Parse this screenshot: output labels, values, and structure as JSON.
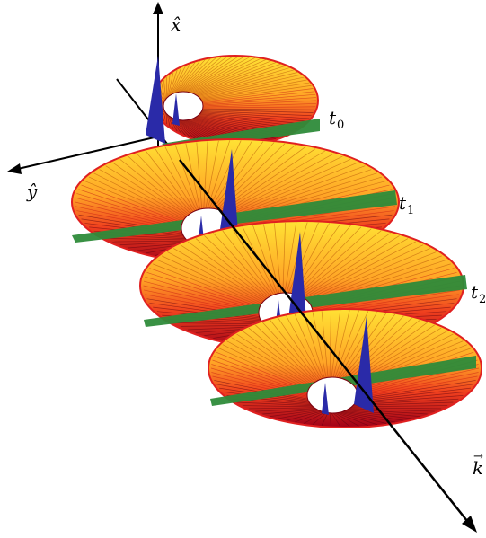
{
  "labels": {
    "axis_x": "x̂",
    "axis_y": "ŷ",
    "axis_k_base": "k",
    "axis_k_mark": "→",
    "time_base": "t",
    "times": [
      "0",
      "1",
      "2"
    ]
  },
  "colors": {
    "axis": "#000000",
    "outline": "#e02020",
    "fill_top_light": "#ffe234",
    "fill_mid": "#ff8a1e",
    "fill_bottom": "#b0001a",
    "green_band": "#2e8b3a",
    "blue_vector": "#2a2aa8"
  },
  "rings": [
    {
      "id": "t0"
    },
    {
      "id": "t1"
    },
    {
      "id": "t2"
    },
    {
      "id": "t3"
    }
  ]
}
